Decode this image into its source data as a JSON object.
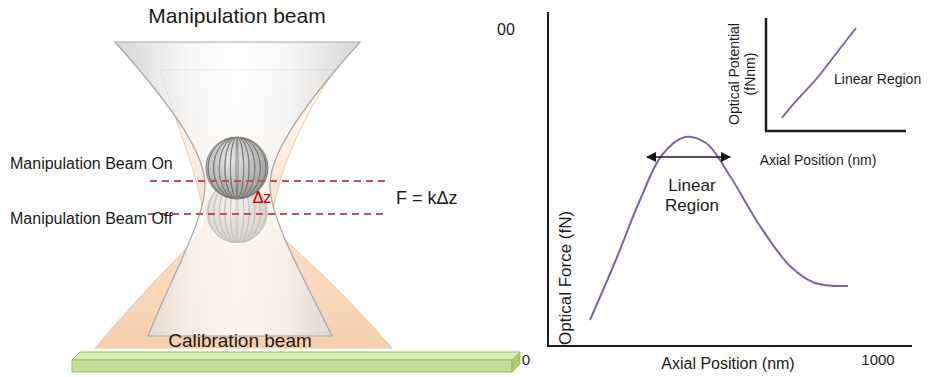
{
  "diagram": {
    "labels": [
      "Manipulation beam",
      "Manipulation Beam On",
      "Manipulation Beam Off",
      "Δz",
      "F = kΔz",
      "Calibration beam",
      "00",
      "Optical Force (fN)",
      "Linear Region",
      "Optical Potential (fNnm)",
      "Linear Region",
      "Axial Position (nm)",
      "0",
      "Axial Position (nm)",
      "1000"
    ]
  }
}
